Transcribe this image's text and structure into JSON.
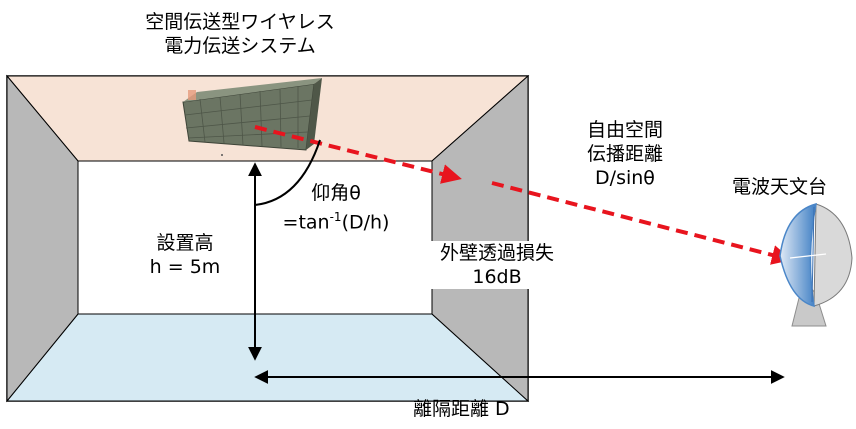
{
  "system_title": {
    "line1": "空間伝送型ワイヤレス",
    "line2": "電力伝送システム"
  },
  "propagation": {
    "line1": "自由空間",
    "line2": "伝播距離",
    "line3": "D/sinθ"
  },
  "observatory_label": "電波天文台",
  "elevation": {
    "line1": "仰角θ",
    "line2_prefix": "=tan",
    "line2_sup": "-1",
    "line2_suffix": "(D/h)"
  },
  "install_height": {
    "line1": "設置高",
    "line2": "h = 5m"
  },
  "wall_loss": {
    "line1": "外壁透過損失",
    "line2": "16dB"
  },
  "distance_label": "離隔距離 D",
  "colors": {
    "ceiling": "#f7e3d6",
    "floor": "#d6eaf3",
    "side_wall": "#b8b8b8",
    "beam": "#e8141e",
    "dish": "#4a86c8"
  }
}
